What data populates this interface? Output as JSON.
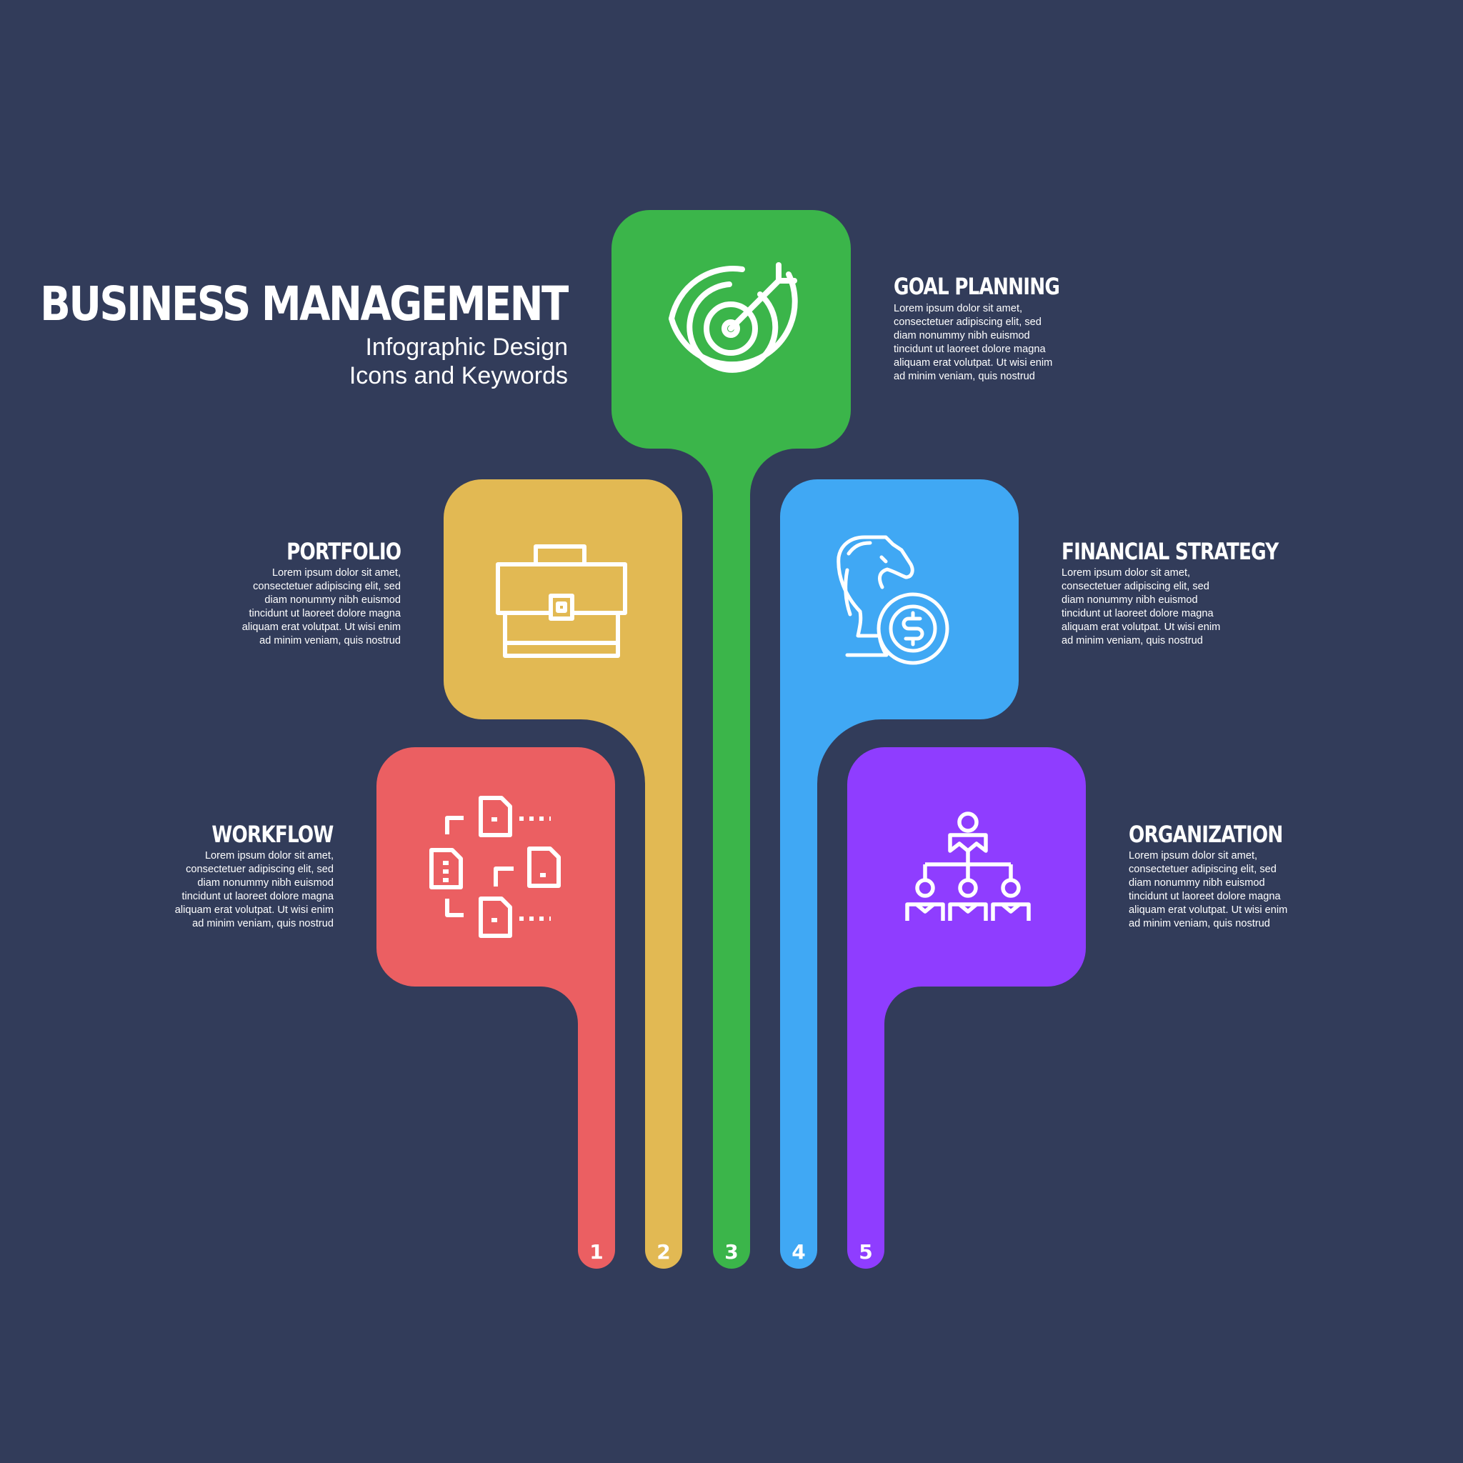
{
  "header": {
    "title": "BUSINESS MANAGEMENT",
    "subtitle_line1": "Infographic Design",
    "subtitle_line2": "Icons and Keywords"
  },
  "colors": {
    "background": "#323c5a",
    "workflow": "#eb5f62",
    "portfolio": "#e2b953",
    "goal_planning": "#3bb54a",
    "financial_strategy": "#40a8f4",
    "organization": "#8f3dff",
    "icon_stroke": "#ffffff"
  },
  "items": [
    {
      "number": "1",
      "title": "WORKFLOW",
      "icon": "workflow-icon",
      "text": "Lorem ipsum dolor sit amet,\nconsectetuer adipiscing elit, sed\ndiam nonummy nibh euismod\ntincidunt ut laoreet dolore magna\naliquam erat volutpat. Ut wisi enim\nad minim veniam, quis nostrud"
    },
    {
      "number": "2",
      "title": "PORTFOLIO",
      "icon": "briefcase-icon",
      "text": "Lorem ipsum dolor sit amet,\nconsectetuer adipiscing elit, sed\ndiam nonummy nibh euismod\ntincidunt ut laoreet dolore magna\naliquam erat volutpat. Ut wisi enim\nad minim veniam, quis nostrud"
    },
    {
      "number": "3",
      "title": "GOAL PLANNING",
      "icon": "target-icon",
      "text": "Lorem ipsum dolor sit amet,\nconsectetuer adipiscing elit, sed\ndiam nonummy nibh euismod\ntincidunt ut laoreet dolore magna\naliquam erat volutpat. Ut wisi enim\nad minim veniam, quis nostrud"
    },
    {
      "number": "4",
      "title": "FINANCIAL STRATEGY",
      "icon": "chess-knight-dollar-icon",
      "text": "Lorem ipsum dolor sit amet,\nconsectetuer adipiscing elit, sed\ndiam nonummy nibh euismod\ntincidunt ut laoreet dolore magna\naliquam erat volutpat. Ut wisi enim\nad minim veniam, quis nostrud"
    },
    {
      "number": "5",
      "title": "ORGANIZATION",
      "icon": "org-chart-icon",
      "text": "Lorem ipsum dolor sit amet,\nconsectetuer adipiscing elit, sed\ndiam nonummy nibh euismod\ntincidunt ut laoreet dolore magna\naliquam erat volutpat. Ut wisi enim\nad minim veniam, quis nostrud"
    }
  ]
}
